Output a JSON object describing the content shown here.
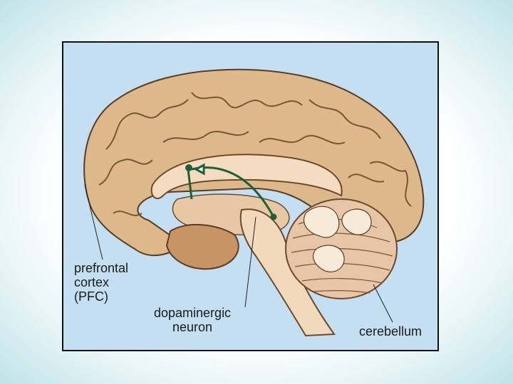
{
  "labels": {
    "pfc": [
      "prefrontal",
      "cortex",
      "(PFC)"
    ],
    "dopaminergic": [
      "dopaminergic",
      "neuron"
    ],
    "cerebellum": "cerebellum"
  },
  "colors": {
    "background": "#c3dff1",
    "cortex": "#ddb98c",
    "neuron": "#1f5e36"
  }
}
